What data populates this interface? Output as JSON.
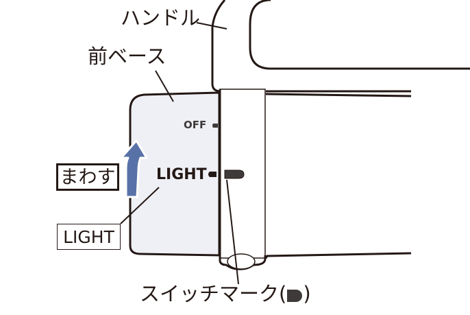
{
  "labels": {
    "handle": "ハンドル",
    "front_base": "前ベース",
    "switch_mark": "スイッチマーク(",
    "switch_mark_close": ")"
  },
  "dial_marks": {
    "off": "OFF",
    "light": "LIGHT"
  },
  "callout_boxes": {
    "turn": "まわす",
    "light": "LIGHT"
  },
  "icons": {
    "arrow": "arrow-up-icon",
    "switch_mark": "switch-mark-icon"
  },
  "colors": {
    "line": "#231815",
    "base_fill": "#eff0f5",
    "arrow_fill": "#5872a8",
    "mark_fill": "#3e3a39"
  }
}
